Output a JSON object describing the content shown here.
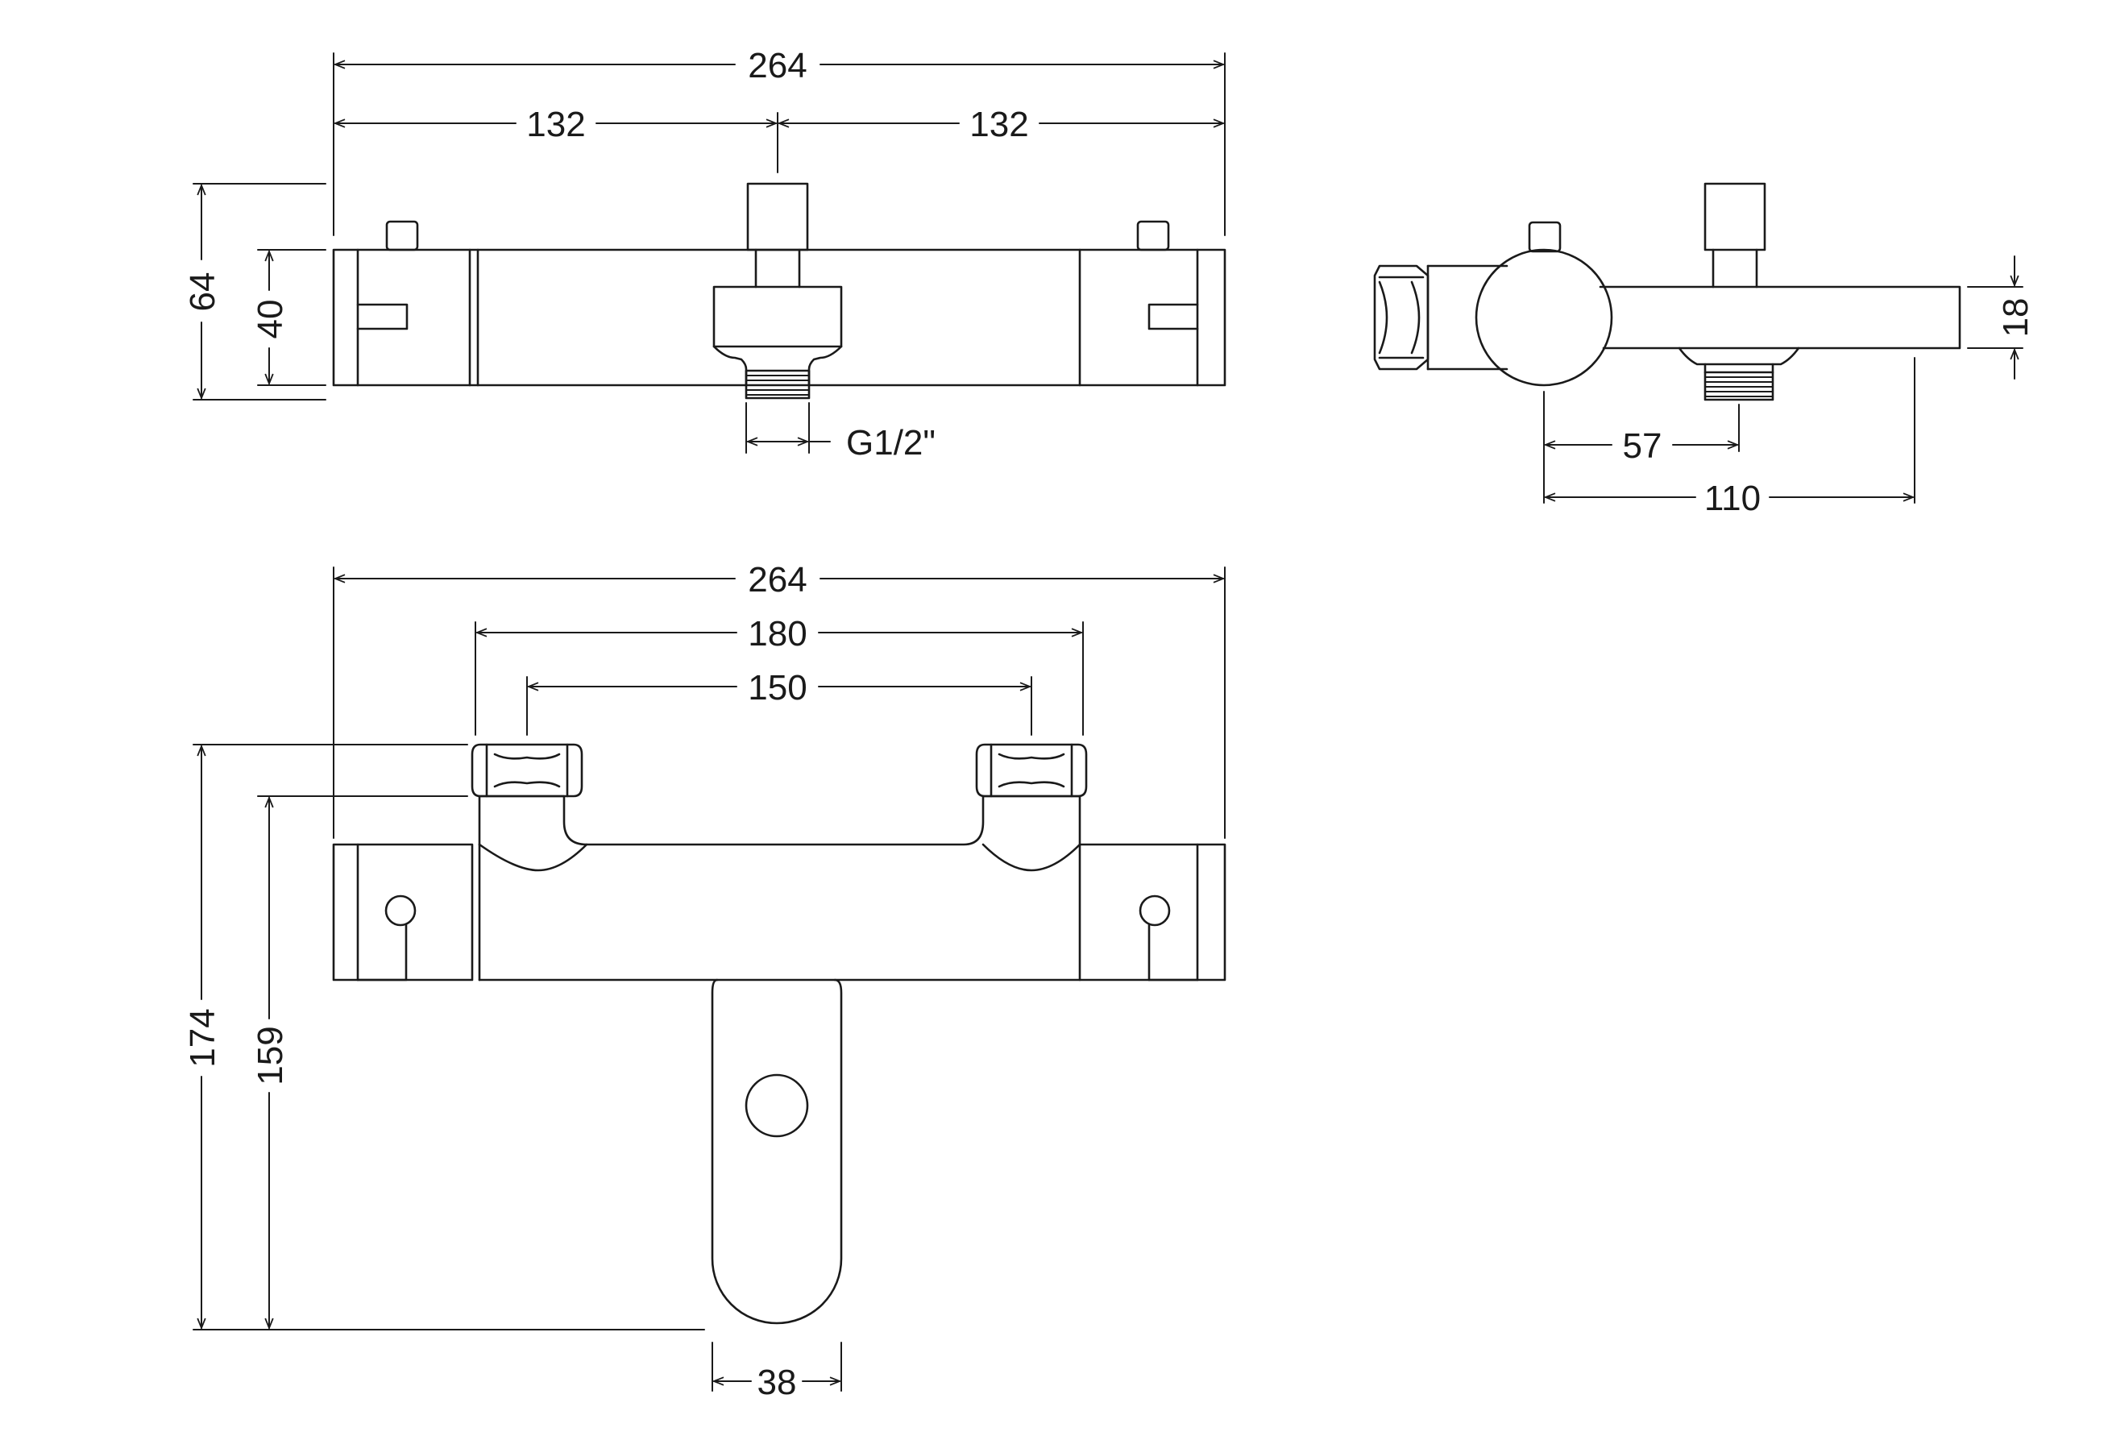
{
  "dimensions": {
    "top_total_width": "264",
    "top_left_half": "132",
    "top_right_half": "132",
    "top_height": "64",
    "top_body_height": "40",
    "top_thread": "G1/2\"",
    "side_depth_small": "18",
    "side_outlet_offset": "57",
    "side_projection": "110",
    "front_total_width": "264",
    "front_centres_outer": "180",
    "front_centres": "150",
    "front_total_height": "174",
    "front_height_to_inlet": "159",
    "front_handle_width": "38"
  }
}
